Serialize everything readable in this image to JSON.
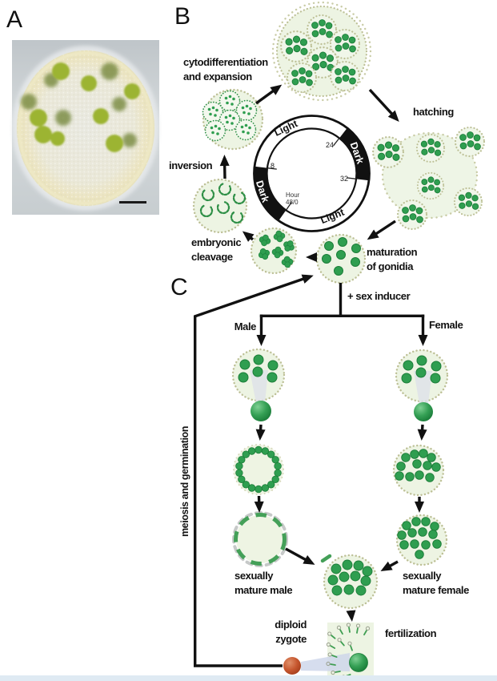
{
  "figure": {
    "panel_a": {
      "label": "A"
    },
    "panel_b": {
      "label": "B",
      "stages": {
        "cyto_line1": "cytodifferentiation",
        "cyto_line2": "and expansion",
        "hatching": "hatching",
        "inversion": "inversion",
        "cleavage_line1": "embryonic",
        "cleavage_line2": "cleavage",
        "maturation_line1": "maturation",
        "maturation_line2": "of gonidia"
      },
      "clock": {
        "light_top": "Light",
        "light_bottom": "Light",
        "dark_upper": "Dark",
        "dark_lower": "Dark",
        "hour_word": "Hour",
        "hour_start": "48/0",
        "tick_24": "24",
        "tick_32": "32",
        "tick_8": "8"
      }
    },
    "panel_c": {
      "label": "C",
      "labels": {
        "sex_inducer": "+ sex inducer",
        "male": "Male",
        "female": "Female",
        "mature_male_line1": "sexually",
        "mature_male_line2": "mature male",
        "mature_female_line1": "sexually",
        "mature_female_line2": "mature female",
        "diploid_line1": "diploid",
        "diploid_line2": "zygote",
        "fertilization": "fertilization",
        "meiosis": "meiosis and germination"
      }
    },
    "colors": {
      "gonidium_green": "#2f9e50",
      "colony_fill": "#edf4e3",
      "border_tan": "#b9bc92",
      "zygote_orange": "#c14f28",
      "footer_blue": "#dfeaf3"
    }
  }
}
